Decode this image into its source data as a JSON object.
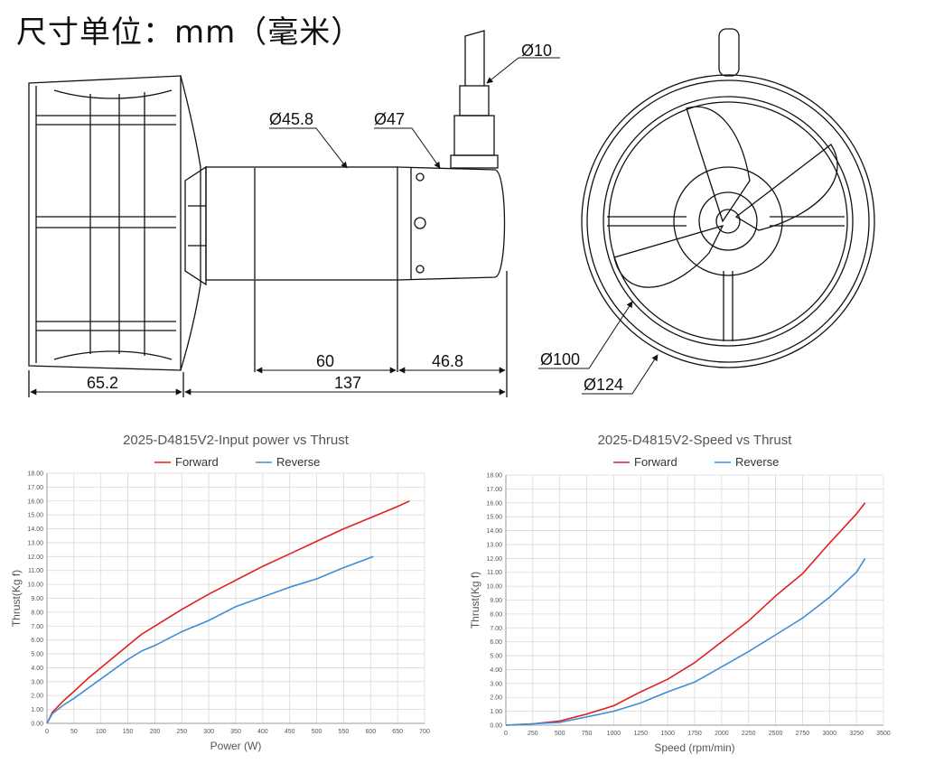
{
  "header": {
    "unit_title": "尺寸单位：mm（毫米）"
  },
  "drawing": {
    "dimensions": {
      "d10": "Ø10",
      "d45_8": "Ø45.8",
      "d47": "Ø47",
      "d100": "Ø100",
      "d124": "Ø124",
      "len60": "60",
      "len46_8": "46.8",
      "len65_2": "65.2",
      "len137": "137"
    }
  },
  "chart_data": [
    {
      "type": "line",
      "title": "2025-D4815V2-Input power vs Thrust",
      "xlabel": "Power (W)",
      "ylabel": "Thrust(Kg f)",
      "xlim": [
        0,
        700
      ],
      "ylim": [
        0,
        18
      ],
      "x_ticks": [
        "0",
        "50",
        "100",
        "150",
        "200",
        "250",
        "300",
        "350",
        "400",
        "450",
        "500",
        "550",
        "600",
        "650",
        "700"
      ],
      "y_ticks": [
        "0.00",
        "1.00",
        "2.00",
        "3.00",
        "4.00",
        "5.00",
        "6.00",
        "7.00",
        "8.00",
        "9.00",
        "10.00",
        "11.00",
        "12.00",
        "13.00",
        "14.00",
        "15.00",
        "16.00",
        "17.00",
        "18.00"
      ],
      "grid": true,
      "legend": "top",
      "series": [
        {
          "name": "Forward",
          "color": "#e02020",
          "x": [
            0,
            10,
            30,
            50,
            75,
            100,
            125,
            150,
            175,
            200,
            250,
            300,
            350,
            400,
            450,
            500,
            550,
            600,
            650,
            672
          ],
          "y": [
            0,
            0.8,
            1.6,
            2.3,
            3.2,
            4.0,
            4.8,
            5.6,
            6.4,
            7.0,
            8.2,
            9.3,
            10.3,
            11.3,
            12.2,
            13.1,
            14.0,
            14.8,
            15.6,
            16.0
          ]
        },
        {
          "name": "Reverse",
          "color": "#3a8fd8",
          "x": [
            0,
            10,
            30,
            50,
            75,
            100,
            125,
            150,
            175,
            200,
            250,
            300,
            350,
            400,
            450,
            500,
            550,
            605
          ],
          "y": [
            0,
            0.7,
            1.3,
            1.8,
            2.5,
            3.2,
            3.9,
            4.6,
            5.2,
            5.6,
            6.6,
            7.4,
            8.4,
            9.1,
            9.8,
            10.4,
            11.2,
            12.0
          ]
        }
      ]
    },
    {
      "type": "line",
      "title": "2025-D4815V2-Speed vs Thrust",
      "xlabel": "Speed (rpm/min)",
      "ylabel": "Thrust(Kg f)",
      "xlim": [
        0,
        3500
      ],
      "ylim": [
        0,
        18
      ],
      "x_ticks": [
        "0",
        "250",
        "500",
        "750",
        "1000",
        "1250",
        "1500",
        "1750",
        "2000",
        "2250",
        "2500",
        "2750",
        "3000",
        "3250",
        "3500"
      ],
      "y_ticks": [
        "0.00",
        "1.00",
        "2.00",
        "3.00",
        "4.00",
        "5.00",
        "6.00",
        "7.00",
        "8.00",
        "9.00",
        "10.00",
        "11.00",
        "12.00",
        "13.00",
        "14.00",
        "15.00",
        "16.00",
        "17.00",
        "18.00"
      ],
      "grid": true,
      "legend": "top",
      "series": [
        {
          "name": "Forward",
          "color": "#e02020",
          "x": [
            0,
            250,
            500,
            750,
            1000,
            1250,
            1500,
            1750,
            2000,
            2250,
            2500,
            2750,
            3000,
            3250,
            3330
          ],
          "y": [
            0,
            0.1,
            0.3,
            0.8,
            1.4,
            2.4,
            3.3,
            4.5,
            6.0,
            7.5,
            9.3,
            10.9,
            13.1,
            15.2,
            16.0
          ]
        },
        {
          "name": "Reverse",
          "color": "#3a8fd8",
          "x": [
            0,
            250,
            500,
            750,
            1000,
            1250,
            1500,
            1750,
            2000,
            2250,
            2500,
            2750,
            3000,
            3250,
            3330
          ],
          "y": [
            0,
            0.1,
            0.2,
            0.6,
            1.0,
            1.6,
            2.4,
            3.1,
            4.2,
            5.3,
            6.5,
            7.7,
            9.2,
            11.0,
            12.0
          ]
        }
      ]
    }
  ]
}
